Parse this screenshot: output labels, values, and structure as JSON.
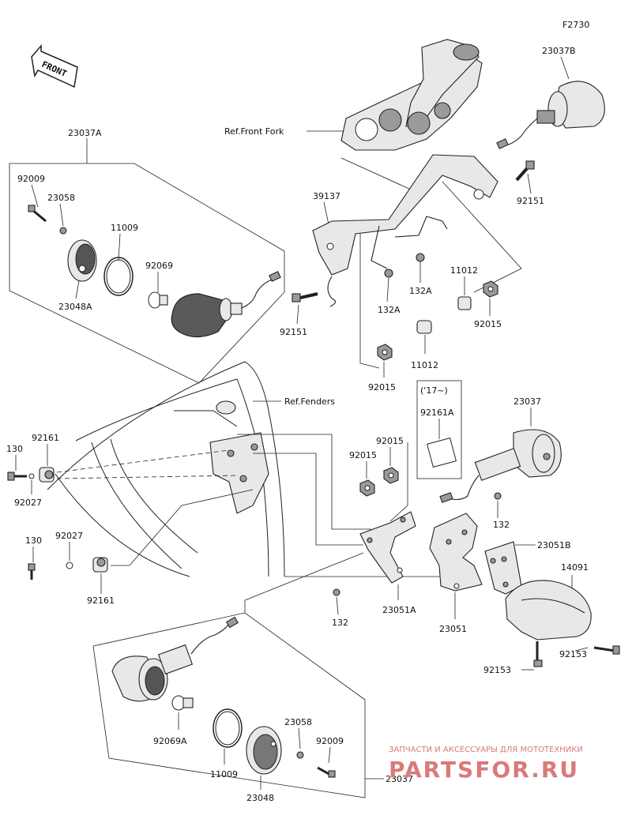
{
  "figure_code": "F2730",
  "front_label": "FRONT",
  "references": {
    "front_fork": "Ref.Front Fork",
    "fenders": "Ref.Fenders"
  },
  "date_note": "('17~)",
  "labels": {
    "a_23037B": "23037B",
    "a_23037A": "23037A",
    "a_92009_top": "92009",
    "a_23058_top": "23058",
    "a_11009_top": "11009",
    "a_92069": "92069",
    "a_23048A": "23048A",
    "a_39137": "39137",
    "a_92151_right": "92151",
    "a_92151_mid": "92151",
    "a_132A_left": "132A",
    "a_132A_right": "132A",
    "a_11012_top": "11012",
    "a_11012_bot": "11012",
    "a_92015_right": "92015",
    "a_92015_mid": "92015",
    "a_92161A": "92161A",
    "a_23037": "23037",
    "a_92015_c1": "92015",
    "a_92015_c2": "92015",
    "a_130_top": "130",
    "a_92161_top": "92161",
    "a_92027_top": "92027",
    "a_130_bot": "130",
    "a_92027_bot": "92027",
    "a_92161_bot": "92161",
    "a_132_right": "132",
    "a_23051B": "23051B",
    "a_14091": "14091",
    "a_132_low": "132",
    "a_23051A": "23051A",
    "a_23051": "23051",
    "a_92153_right": "92153",
    "a_92153_left": "92153",
    "a_92069A": "92069A",
    "a_23058_bot": "23058",
    "a_92009_bot": "92009",
    "a_11009_bot": "11009",
    "a_23048": "23048",
    "a_23037_bot": "23037"
  },
  "watermark": {
    "caption": "ЗАПЧАСТИ И АКСЕССУАРЫ ДЛЯ МОТОТЕХНИКИ",
    "brand": "PARTSFOR.RU",
    "color": "#d97a7a"
  }
}
